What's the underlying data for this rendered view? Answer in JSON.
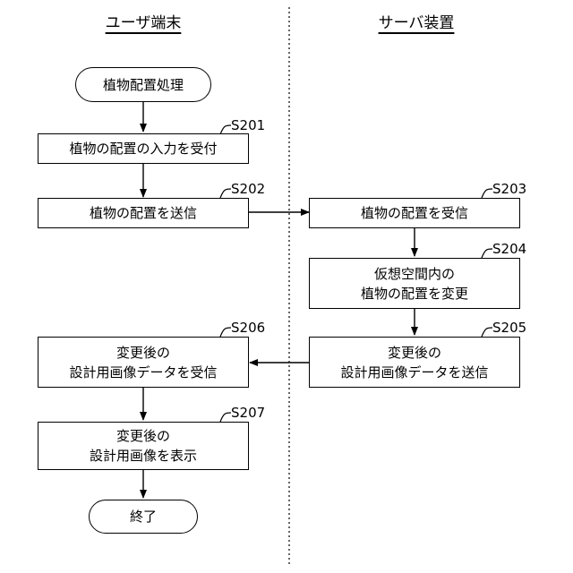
{
  "lanes": {
    "left": "ユーザ端末",
    "right": "サーバ装置"
  },
  "nodes": {
    "start": "植物配置処理",
    "s201": {
      "id": "S201",
      "text": "植物の配置の入力を受付"
    },
    "s202": {
      "id": "S202",
      "text": "植物の配置を送信"
    },
    "s203": {
      "id": "S203",
      "text": "植物の配置を受信"
    },
    "s204": {
      "id": "S204",
      "line1": "仮想空間内の",
      "line2": "植物の配置を変更"
    },
    "s205": {
      "id": "S205",
      "line1": "変更後の",
      "line2": "設計用画像データを送信"
    },
    "s206": {
      "id": "S206",
      "line1": "変更後の",
      "line2": "設計用画像データを受信"
    },
    "s207": {
      "id": "S207",
      "line1": "変更後の",
      "line2": "設計用画像を表示"
    },
    "end": "終了"
  }
}
